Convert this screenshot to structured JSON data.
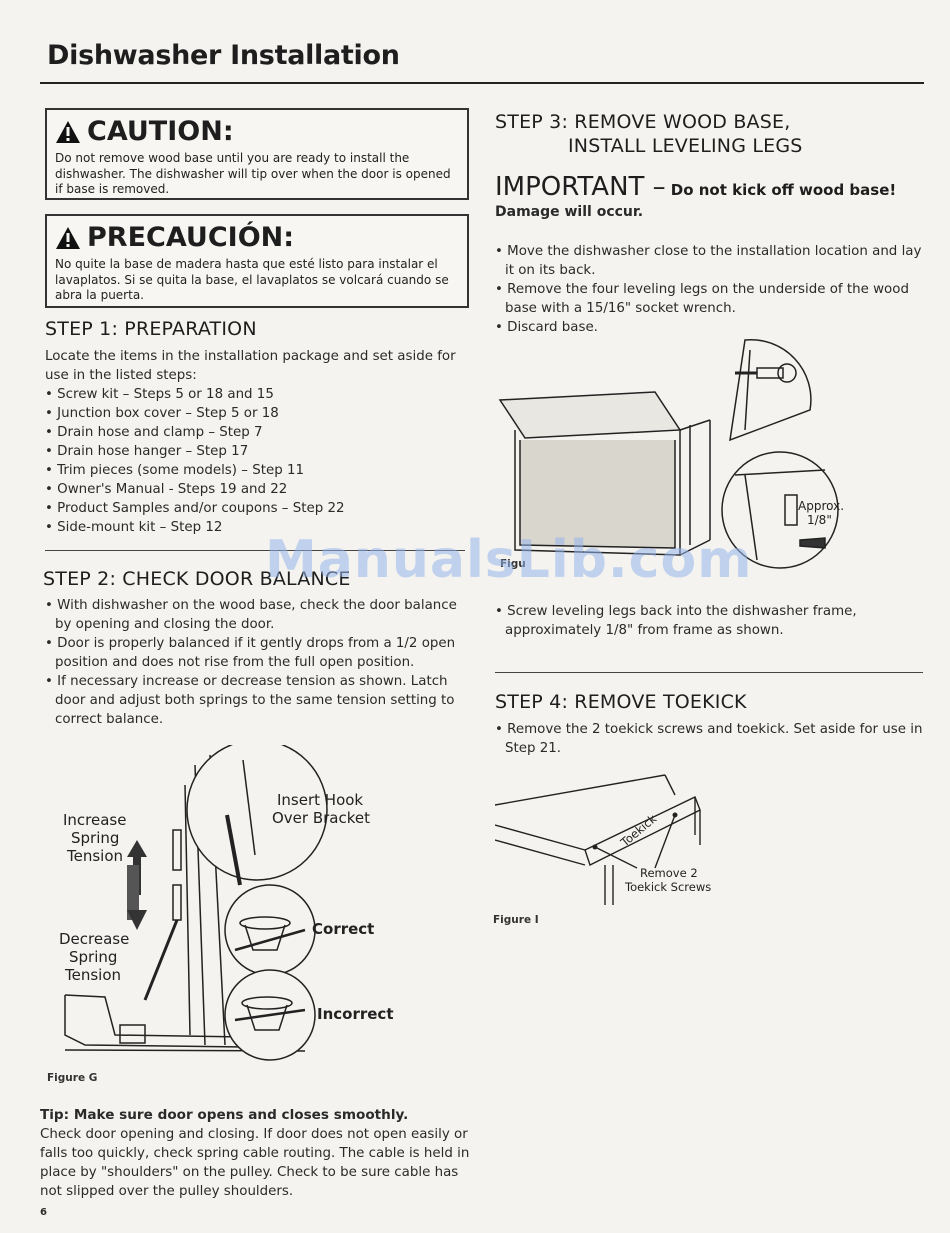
{
  "header": {
    "title": "Dishwasher Installation"
  },
  "caution": {
    "title": "CAUTION:",
    "text": "Do not remove wood base until you are ready to install the dishwasher. The dishwasher will tip over when the door is opened if base is removed."
  },
  "precaucion": {
    "title": "PRECAUCIÓN:",
    "text": "No quite la base de madera hasta que esté listo para instalar el lavaplatos. Si se quita la base, el lavaplatos se volcará cuando se abra la puerta."
  },
  "step1": {
    "title": "STEP 1: PREPARATION",
    "intro": "Locate the items in the installation package and set aside for use in the listed steps:",
    "items": [
      "Screw kit – Steps 5 or 18 and 15",
      "Junction box cover – Step 5 or 18",
      "Drain hose and clamp – Step 7",
      "Drain hose hanger – Step 17",
      "Trim pieces (some models) – Step 11",
      "Owner's Manual - Steps 19 and 22",
      "Product Samples and/or coupons – Step 22",
      "Side-mount kit – Step 12"
    ]
  },
  "step2": {
    "title": "STEP 2: CHECK DOOR BALANCE",
    "items": [
      "With dishwasher on the wood base, check the door balance by opening and closing the door.",
      "Door is properly balanced if it gently drops from a 1/2 open position and does not rise from the full open position.",
      "If necessary increase or decrease tension as shown. Latch door and adjust both springs to the same tension setting to correct balance."
    ]
  },
  "figureG": {
    "label": "Figure G",
    "increase": [
      "Increase",
      "Spring",
      "Tension"
    ],
    "decrease": [
      "Decrease",
      "Spring",
      "Tension"
    ],
    "insert": [
      "Insert Hook",
      "Over Bracket"
    ],
    "correct": "Correct",
    "incorrect": "Incorrect"
  },
  "tip": {
    "title": "Tip: Make sure door opens and closes smoothly.",
    "text": "Check door opening and closing. If door does not open easily or falls too quickly, check spring cable routing. The cable is held in place by \"shoulders\" on the pulley. Check to be sure cable has not slipped over the pulley shoulders."
  },
  "page_number": "6",
  "step3": {
    "title_line1": "STEP 3: REMOVE WOOD BASE,",
    "title_line2": "INSTALL LEVELING LEGS",
    "important_word": "IMPORTANT –",
    "important_text": "Do not kick off wood base!",
    "damage": "Damage will occur.",
    "items": [
      "Move the dishwasher close to the installation location and lay it on its back.",
      "Remove the four leveling legs on the underside of the wood base with a 15/16\" socket wrench.",
      "Discard base."
    ],
    "after_items": [
      "Screw leveling legs back into the dishwasher frame, approximately 1/8\" from frame as shown."
    ]
  },
  "figureH": {
    "label": "Figu",
    "approx": "Approx.",
    "measure": "1/8\""
  },
  "step4": {
    "title": "STEP 4: REMOVE TOEKICK",
    "items": [
      "Remove the 2 toekick screws and toekick. Set aside for use in Step 21."
    ]
  },
  "figureI": {
    "label": "Figure I",
    "toekick": "Toekick",
    "remove": [
      "Remove 2",
      "Toekick Screws"
    ]
  },
  "watermark": "ManualsLib.com"
}
